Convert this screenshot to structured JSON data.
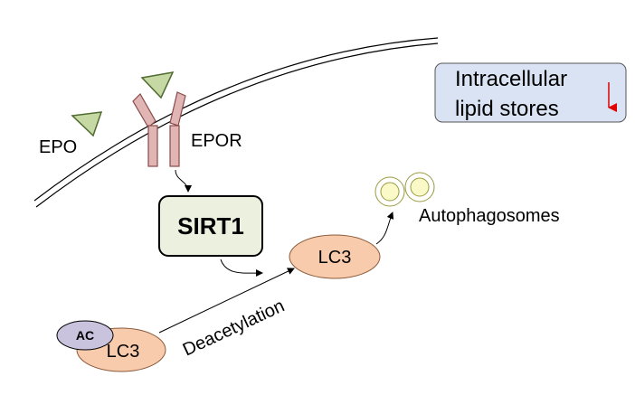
{
  "labels": {
    "epo": "EPO",
    "epor": "EPOR",
    "sirt1": "SIRT1",
    "lc3_top": "LC3",
    "lc3_bottom": "LC3",
    "ac": "AC",
    "deacetylation": "Deacetylation",
    "autophagosomes": "Autophagosomes",
    "lipid_line1": "Intracellular",
    "lipid_line2": "lipid stores"
  },
  "colors": {
    "ligand_fill": "#c6d9a5",
    "ligand_stroke": "#4f6b30",
    "receptor_fill": "#e2b5b5",
    "receptor_stroke": "#8a4a4a",
    "sirt1_fill": "#ebf1de",
    "lc3_fill": "#f8cbad",
    "lc3_stroke": "#8a5a3a",
    "ac_fill": "#c9c3de",
    "lipid_box_fill": "#dae3f3",
    "down_arrow": "#e00000",
    "vesicle_fill": "#fafac8"
  },
  "icons": {
    "lipid_change": "down-arrow-icon"
  }
}
